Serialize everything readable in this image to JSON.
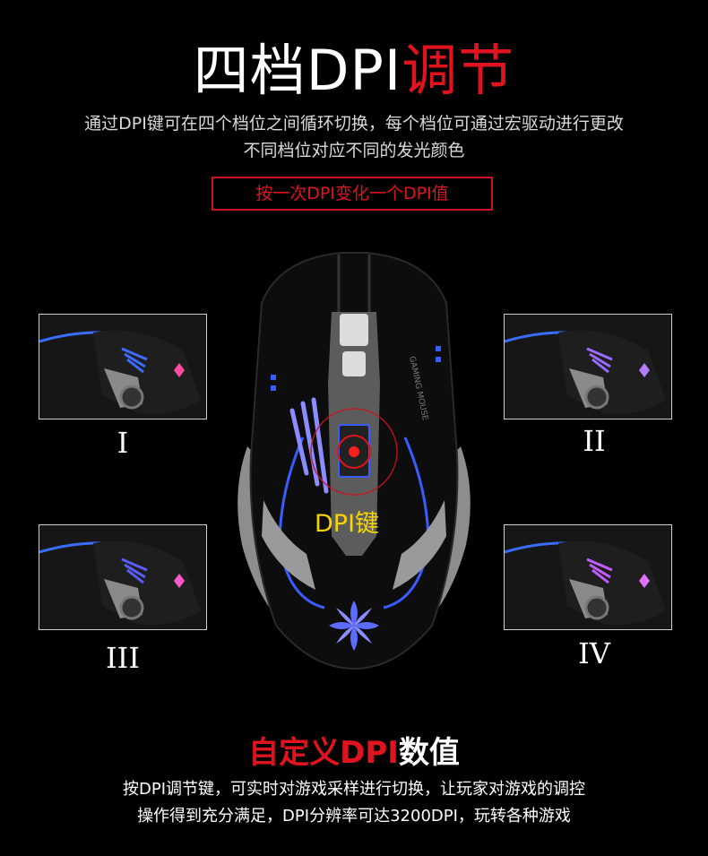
{
  "heading": {
    "part_white": "四档DPI",
    "part_red": "调节"
  },
  "description": {
    "line1": "通过DPI键可在四个档位之间循环切换，每个档位可通过宏驱动进行更改",
    "line2": "不同档位对应不同的发光颜色"
  },
  "hint": "按一次DPI变化一个DPI值",
  "gears": [
    {
      "label": "I",
      "glow": "#3a6cff"
    },
    {
      "label": "II",
      "glow": "#9a6cff"
    },
    {
      "label": "III",
      "glow": "#5a5cff"
    },
    {
      "label": "IV",
      "glow": "#c25cff"
    }
  ],
  "mouse": {
    "printed_text": "GAMING MOUSE"
  },
  "dpi_button_label": "DPI键",
  "subheading": {
    "part_red": "自定义DPI",
    "part_white": "数值"
  },
  "body": {
    "line1": "按DPI调节键，可实时对游戏采样进行切换，让玩家对游戏的调控",
    "line2": "操作得到充分满足，DPI分辨率可达3200DPI，玩转各种游戏"
  },
  "colors": {
    "accent_red": "#e0141e",
    "label_yellow": "#f5d400",
    "glow_blue": "#3a5cff"
  }
}
